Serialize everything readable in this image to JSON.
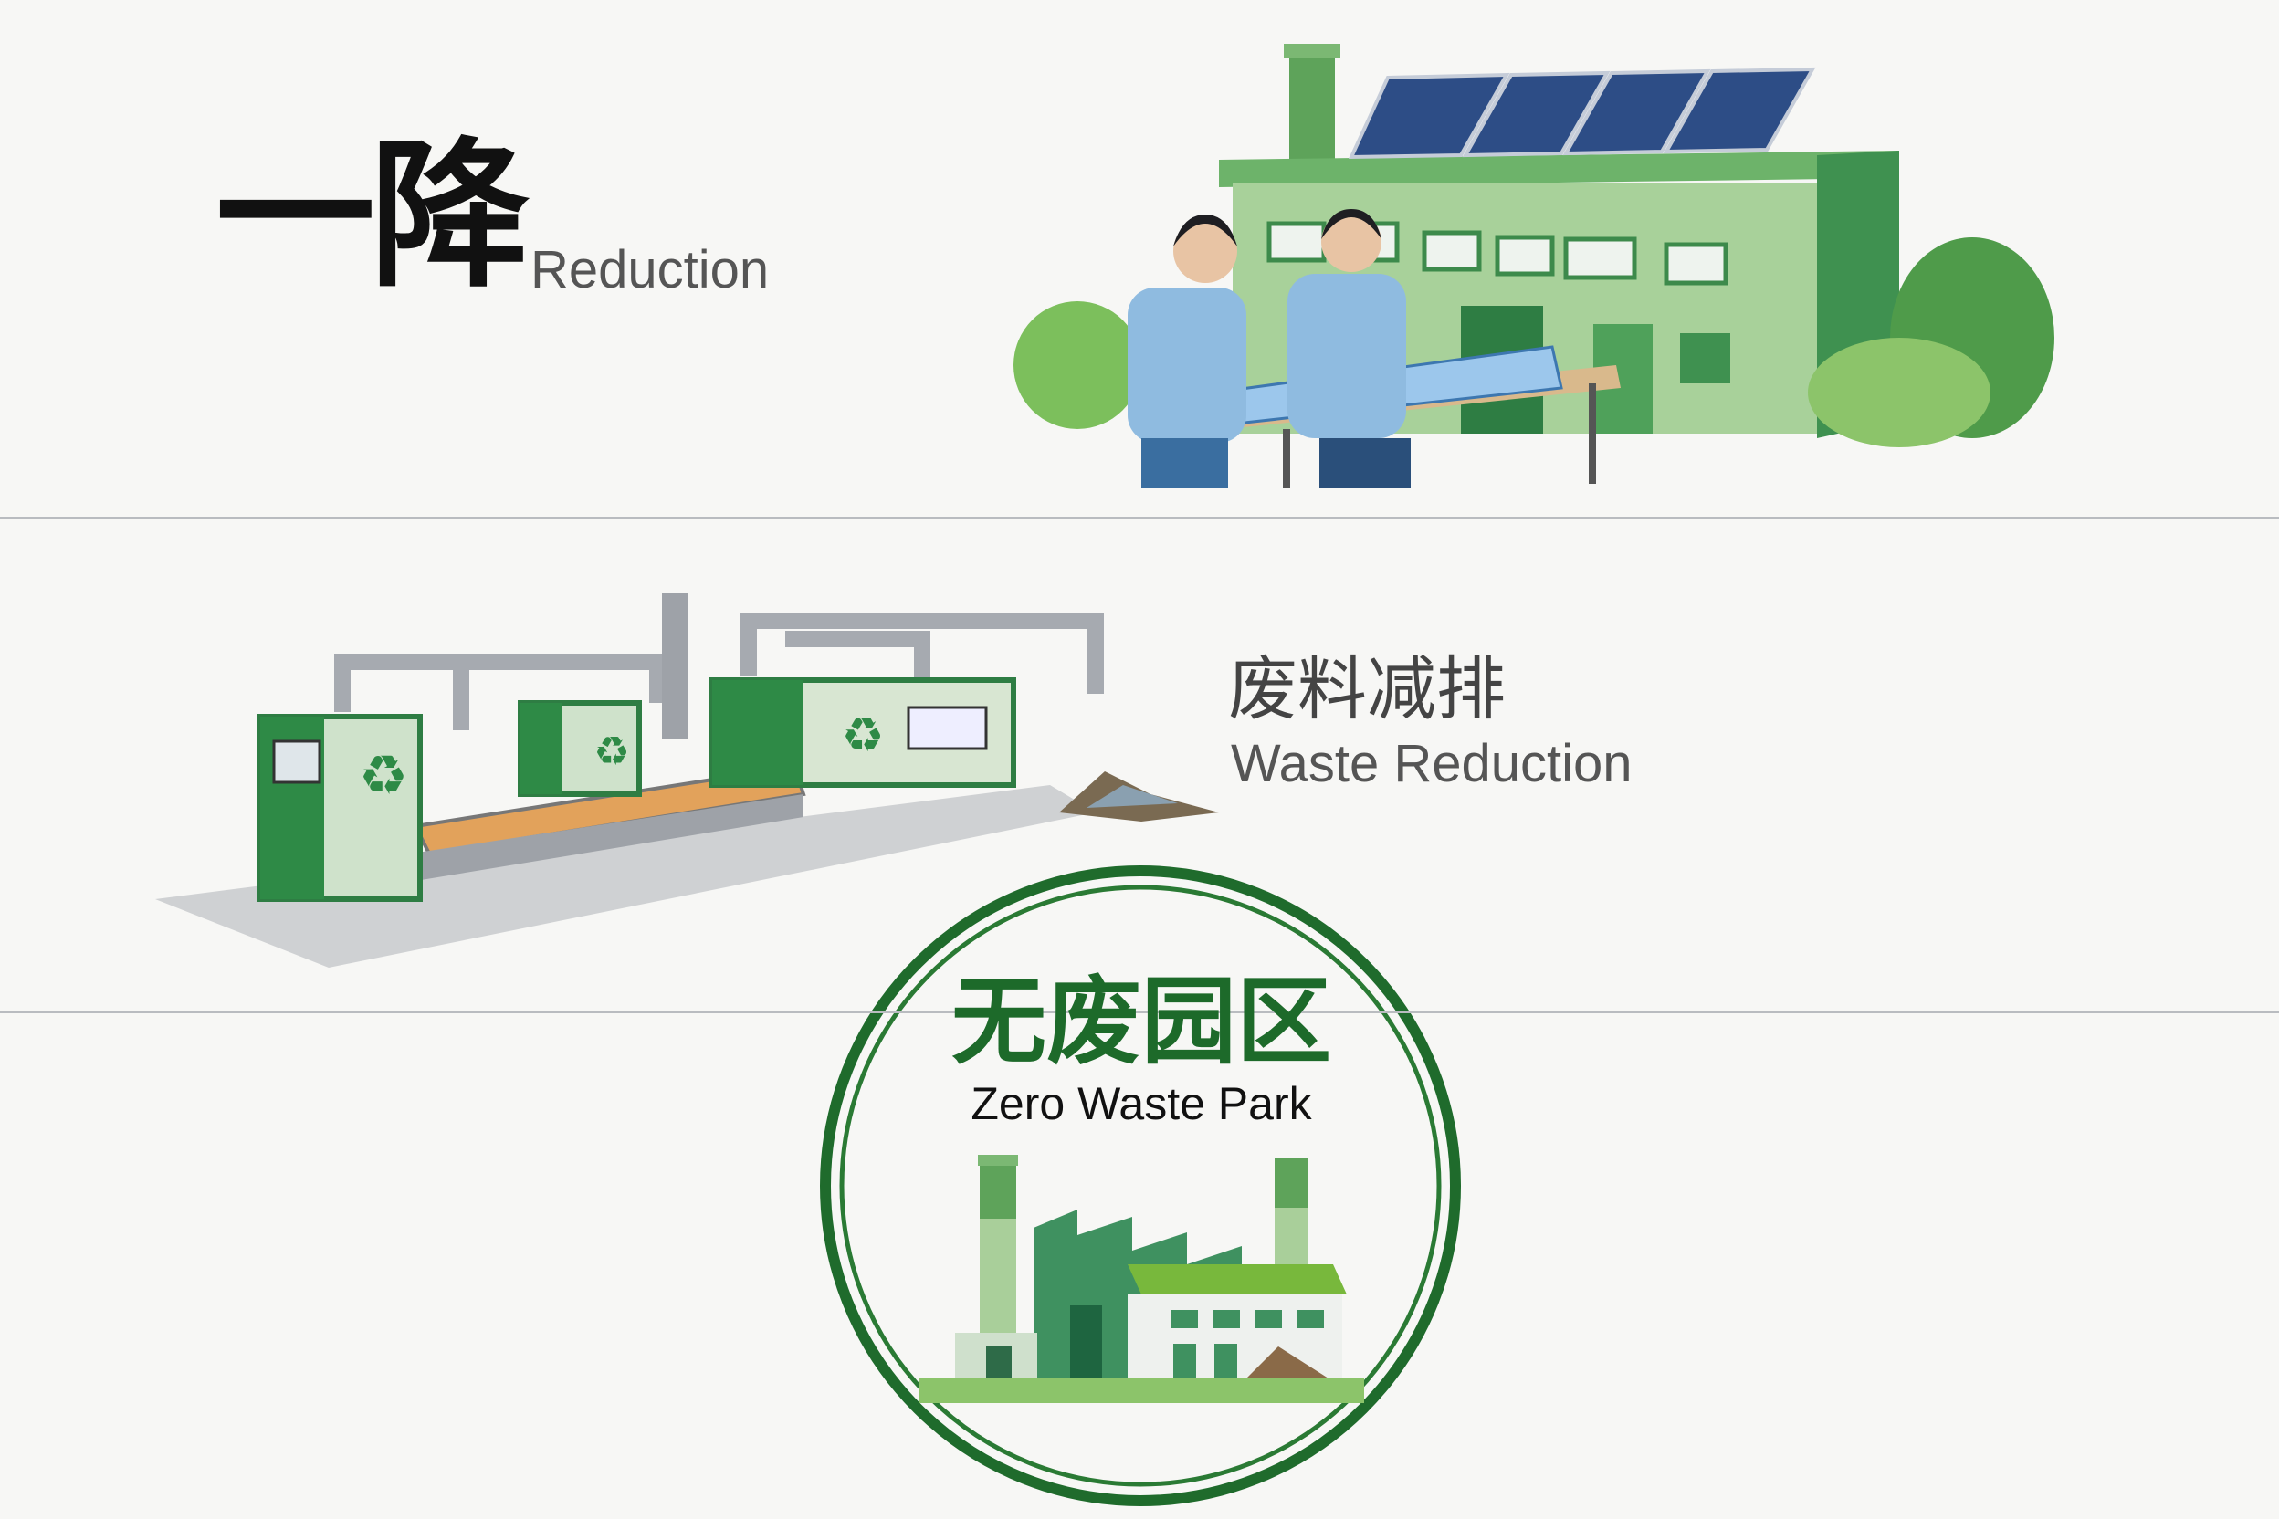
{
  "sections": [
    {
      "title_cn": "一降",
      "title_en": "Reduction"
    },
    {
      "title_cn": "废料减排",
      "title_en": "Waste Reduction"
    },
    {
      "title_cn": "无废园区",
      "title_en": "Zero Waste Park"
    }
  ],
  "colors": {
    "accent_green": "#1d6a2a",
    "light_green": "#8cc46a",
    "divider": "#b9bcc0"
  }
}
